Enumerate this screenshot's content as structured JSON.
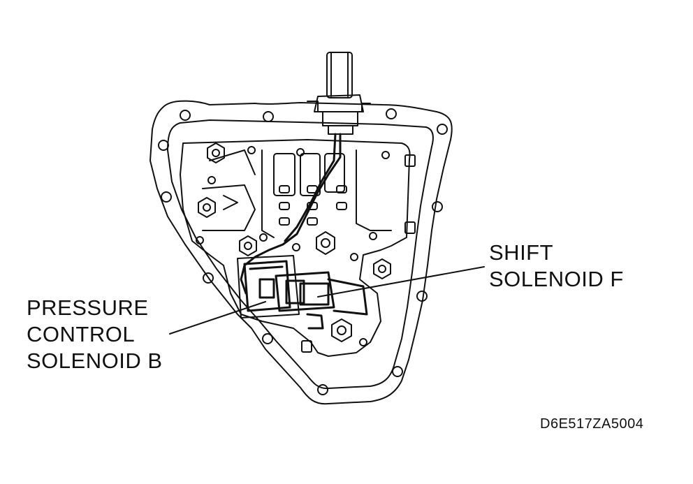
{
  "callouts": {
    "shift_solenoid": {
      "line1": "SHIFT",
      "line2": "SOLENOID F"
    },
    "pressure_control_solenoid": {
      "line1": "PRESSURE",
      "line2": "CONTROL",
      "line3": "SOLENOID B"
    }
  },
  "figure_code": "D6E517ZA5004",
  "colors": {
    "line": "#111111",
    "background": "#ffffff",
    "fill": "#ffffff"
  }
}
